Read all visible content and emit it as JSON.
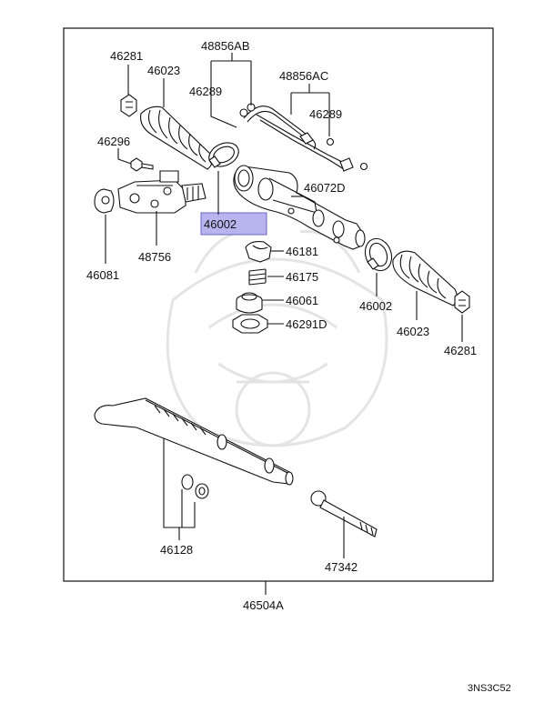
{
  "diagram": {
    "frame_label": "46504A",
    "footer_code": "3NS3C52",
    "highlight_color": "#b8b4ee",
    "highlighted_part": "46002",
    "callouts": {
      "c46281_l": "46281",
      "c46023_l": "46023",
      "c48856ab": "48856AB",
      "c48856ac": "48856AC",
      "c46289_a": "46289",
      "c46289_b": "46289",
      "c46296": "46296",
      "c46072d": "46072D",
      "c46002_hl": "46002",
      "c46181": "46181",
      "c46175": "46175",
      "c46061": "46061",
      "c46291d": "46291D",
      "c48756": "48756",
      "c46081": "46081",
      "c46002_r": "46002",
      "c46023_r": "46023",
      "c46281_r": "46281",
      "c46128": "46128",
      "c47342": "47342"
    }
  }
}
